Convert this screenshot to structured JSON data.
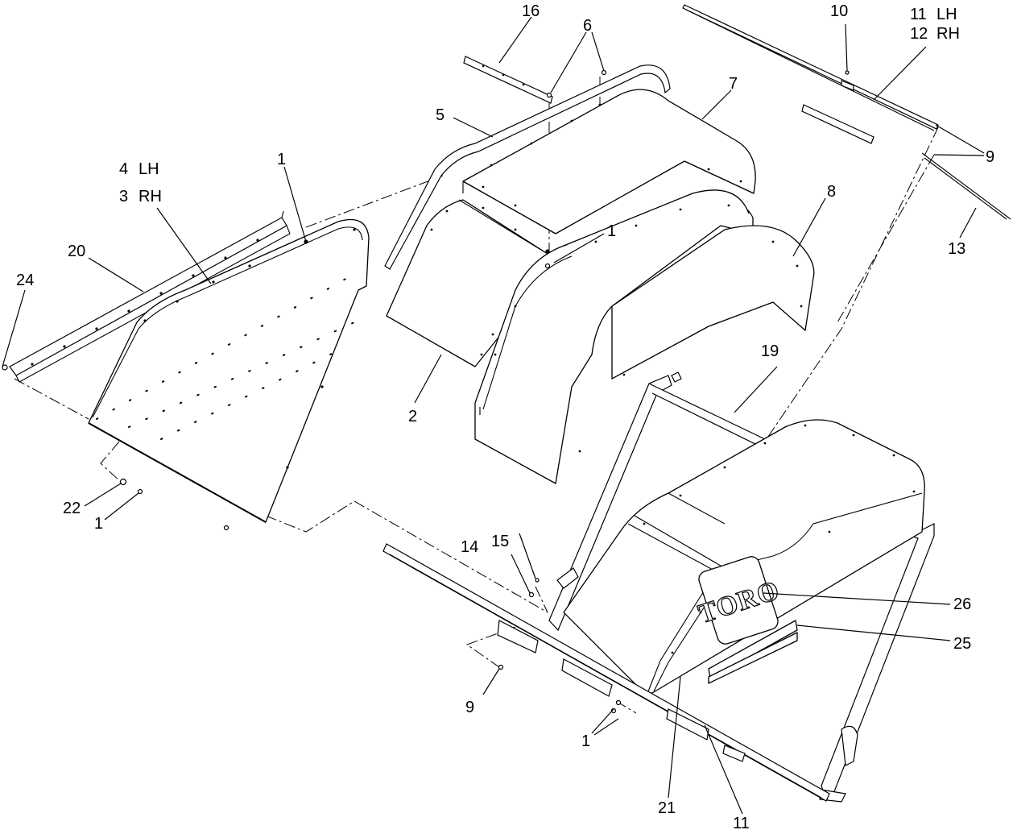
{
  "callouts": {
    "c1a": "1",
    "c1b": "1",
    "c1c": "1",
    "c1d": "1",
    "c2": "2",
    "c3": "3",
    "c3_side": "RH",
    "c4": "4",
    "c4_side": "LH",
    "c5": "5",
    "c6": "6",
    "c7": "7",
    "c8": "8",
    "c9a": "9",
    "c9b": "9",
    "c10": "10",
    "c11a": "11",
    "c11a_side": "LH",
    "c11b": "11",
    "c12": "12",
    "c12_side": "RH",
    "c13": "13",
    "c14": "14",
    "c15": "15",
    "c16": "16",
    "c19": "19",
    "c20": "20",
    "c21": "21",
    "c22": "22",
    "c24": "24",
    "c25": "25",
    "c26": "26"
  },
  "logo": {
    "text": "TORO"
  }
}
